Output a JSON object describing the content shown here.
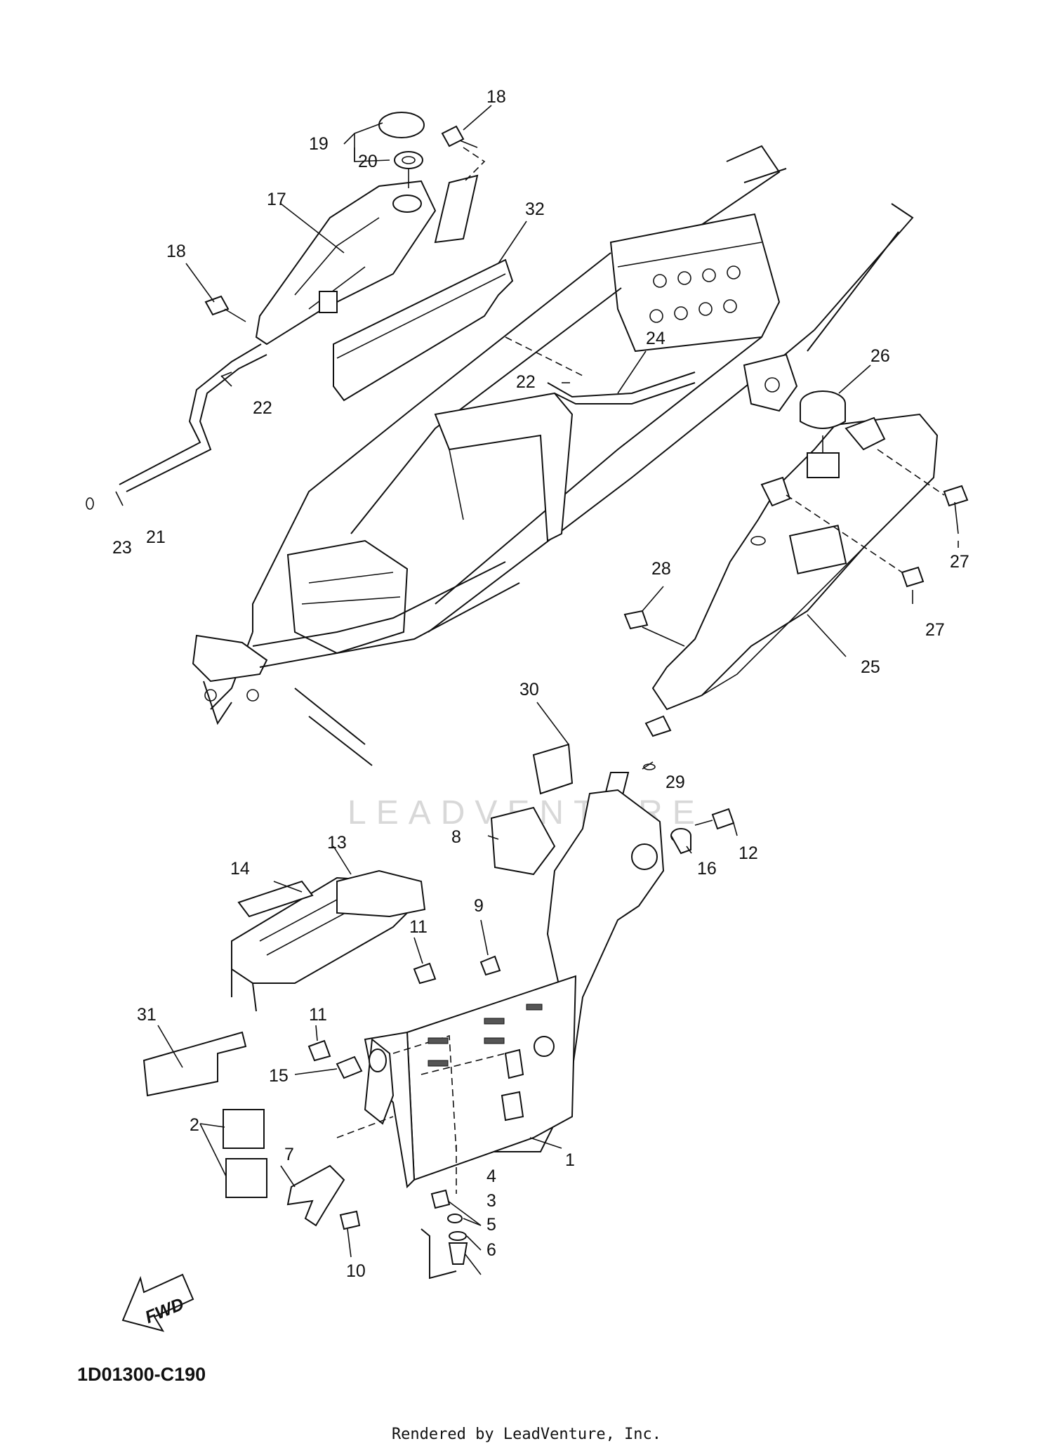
{
  "diagram": {
    "code": "1D01300-C190",
    "credit": "Rendered by LeadVenture, Inc.",
    "watermark": "LEADVENTURE",
    "fwd_label": "FWD",
    "labels": [
      {
        "id": "18a",
        "text": "18"
      },
      {
        "id": "19",
        "text": "19"
      },
      {
        "id": "20",
        "text": "20"
      },
      {
        "id": "17",
        "text": "17"
      },
      {
        "id": "32",
        "text": "32"
      },
      {
        "id": "18b",
        "text": "18"
      },
      {
        "id": "22a",
        "text": "22"
      },
      {
        "id": "22b",
        "text": "22"
      },
      {
        "id": "24",
        "text": "24"
      },
      {
        "id": "26",
        "text": "26"
      },
      {
        "id": "21",
        "text": "21"
      },
      {
        "id": "23",
        "text": "23"
      },
      {
        "id": "27a",
        "text": "27"
      },
      {
        "id": "27b",
        "text": "27"
      },
      {
        "id": "28",
        "text": "28"
      },
      {
        "id": "25",
        "text": "25"
      },
      {
        "id": "30",
        "text": "30"
      },
      {
        "id": "29",
        "text": "29"
      },
      {
        "id": "8",
        "text": "8"
      },
      {
        "id": "12",
        "text": "12"
      },
      {
        "id": "16",
        "text": "16"
      },
      {
        "id": "14",
        "text": "14"
      },
      {
        "id": "13",
        "text": "13"
      },
      {
        "id": "9",
        "text": "9"
      },
      {
        "id": "11a",
        "text": "11"
      },
      {
        "id": "31",
        "text": "31"
      },
      {
        "id": "11b",
        "text": "11"
      },
      {
        "id": "15",
        "text": "15"
      },
      {
        "id": "2",
        "text": "2"
      },
      {
        "id": "7",
        "text": "7"
      },
      {
        "id": "1",
        "text": "1"
      },
      {
        "id": "4",
        "text": "4"
      },
      {
        "id": "3",
        "text": "3"
      },
      {
        "id": "5",
        "text": "5"
      },
      {
        "id": "6",
        "text": "6"
      },
      {
        "id": "10",
        "text": "10"
      }
    ]
  }
}
